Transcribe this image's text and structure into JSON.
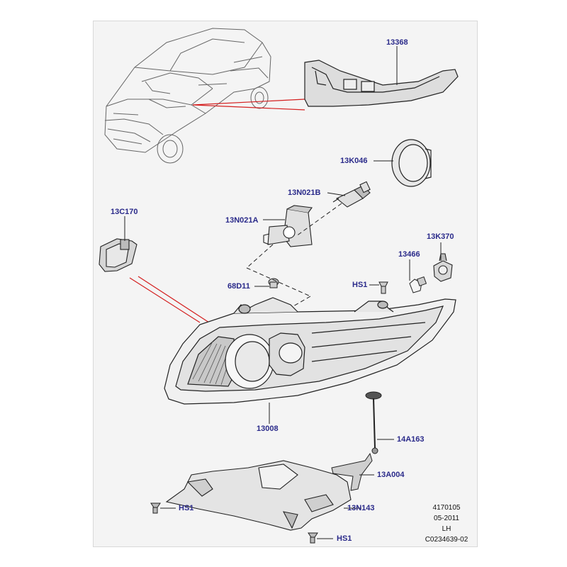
{
  "labels": {
    "l13368": "13368",
    "l13K046": "13K046",
    "l13N021B": "13N021B",
    "l13C170": "13C170",
    "l13N021A": "13N021A",
    "l13K370": "13K370",
    "l13466": "13466",
    "l68D11": "68D11",
    "lHS1a": "HS1",
    "l13008": "13008",
    "l14A163": "14A163",
    "l13A004": "13A004",
    "lHS1b": "HS1",
    "l13N143": "13N143",
    "lHS1c": "HS1"
  },
  "footer": {
    "line1": "4170105",
    "line2": "05-2011",
    "line3": "LH",
    "line4": "C0234639-02"
  },
  "colors": {
    "callout_text": "#2a2a8a",
    "leader_red": "#d42020",
    "frame_bg": "#f4f4f4",
    "line_dark": "#222222"
  }
}
